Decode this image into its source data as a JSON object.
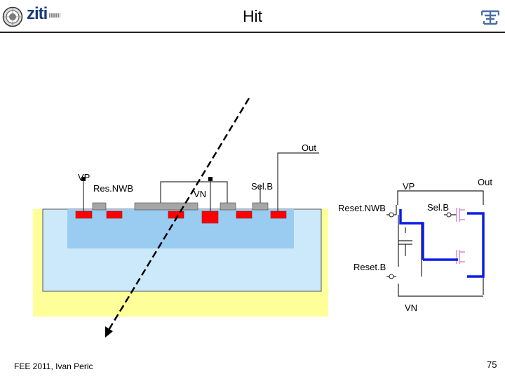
{
  "header": {
    "title": "Hit",
    "logo_text": "ziti",
    "left_logo_icon": "university-seal-icon",
    "right_logo_icon": "institute-emblem-icon"
  },
  "footer": {
    "left_text": "FEE 2011, Ivan Peric",
    "page_number": "75"
  },
  "diagram": {
    "cross_section": {
      "out_label": "Out",
      "vp_label": "VP",
      "resnwb_label": "Res.NWB",
      "vn_label": "VN",
      "selb_label": "Sel.B"
    },
    "schematic": {
      "vp_label": "VP",
      "out_label": "Out",
      "resetnwb_label": "Reset.NWB",
      "selb_label": "Sel.B",
      "resetb_label": "Reset.B",
      "vn_label": "VN"
    }
  },
  "colors": {
    "substrate": "#ffff99",
    "nwell": "#cce9fb",
    "deep_nwell": "#99ccf0",
    "diffusion": "#ff0000",
    "gate": "#a6a6a6",
    "bus": "#0a1ee6",
    "pmos": "#e8a0e0"
  }
}
